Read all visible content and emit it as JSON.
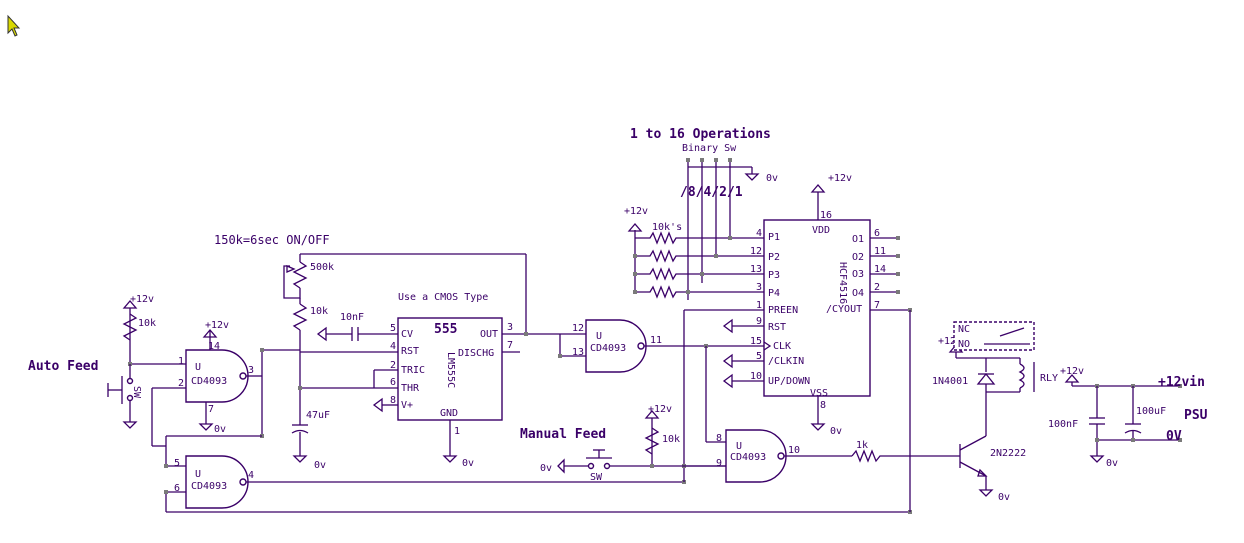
{
  "title": "1 to 16 Operations",
  "binary_sw": "Binary Sw",
  "binary_weights": "/8/4/2/1",
  "timing_note": "150k=6sec ON/OFF",
  "cmos_note": "Use a CMOS Type",
  "auto_feed": "Auto Feed",
  "manual_feed": "Manual Feed",
  "psu": "PSU",
  "supply_12v": "+12v",
  "supply_12vin": "+12vin",
  "gnd_0v": "0v",
  "gnd_0V_big": "0V",
  "gate_u": "U",
  "gate_part": "CD4093",
  "timer": {
    "name": "555",
    "part": "LM555C",
    "pins": {
      "cv": "CV",
      "rst": "RST",
      "tric": "TRIC",
      "thr": "THR",
      "vplus": "V+",
      "out": "OUT",
      "dischg": "DISCHG",
      "gnd": "GND"
    }
  },
  "counter": {
    "part": "HCF4516",
    "pins": {
      "p1": "P1",
      "p2": "P2",
      "p3": "P3",
      "p4": "P4",
      "preen": "PREEN",
      "rst": "RST",
      "clk": "CLK",
      "clkin": "/CLKIN",
      "updown": "UP/DOWN",
      "vdd": "VDD",
      "vss": "VSS",
      "o1": "O1",
      "o2": "O2",
      "o3": "O3",
      "o4": "O4",
      "cyout": "/CYOUT"
    }
  },
  "components": {
    "r10k": "10k",
    "r500k": "500k",
    "r10k_b": "10k",
    "c10nf": "10nF",
    "c47uf": "47uF",
    "r10ks": "10k's",
    "r10k_c": "10k",
    "r1k": "1k",
    "d1": "1N4001",
    "q1": "2N2222",
    "rly": "RLY",
    "c100nf": "100nF",
    "c100uf": "100uF",
    "sw": "SW",
    "sw1": "SW",
    "nc": "NC",
    "no": "NO"
  },
  "pin_numbers": {
    "g1a": "1",
    "g1b": "2",
    "g1o": "3",
    "g1v": "14",
    "g1g": "7",
    "g2a": "5",
    "g2b": "6",
    "g2o": "4",
    "g3a": "12",
    "g3b": "13",
    "g3o": "11",
    "g4a": "8",
    "g4b": "9",
    "g4o": "10",
    "t5": "5",
    "t4": "4",
    "t2": "2",
    "t6": "6",
    "t8": "8",
    "t3": "3",
    "t7": "7",
    "t1": "1",
    "c16": "16",
    "c4": "4",
    "c12": "12",
    "c13": "13",
    "c3": "3",
    "c1": "1",
    "c9": "9",
    "c15": "15",
    "c5": "5",
    "c10": "10",
    "c8": "8",
    "c6": "6",
    "c11": "11",
    "c14": "14",
    "c2": "2",
    "c7": "7"
  }
}
